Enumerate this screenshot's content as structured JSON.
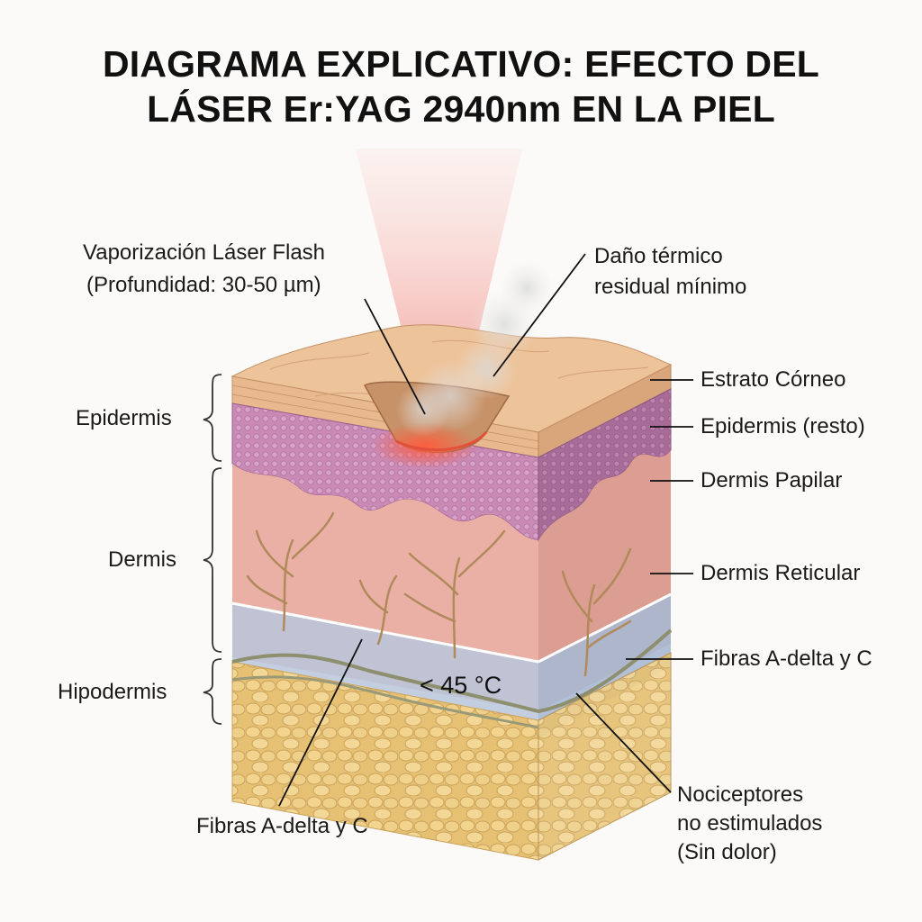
{
  "title": {
    "line1": "DIAGRAMA EXPLICATIVO: EFECTO DEL",
    "line2": "LÁSER Er:YAG 2940nm EN LA PIEL"
  },
  "callouts": {
    "vaporization": {
      "line1": "Vaporización Láser Flash",
      "line2": "(Profundidad: 30-50 µm)"
    },
    "thermal_damage": {
      "line1": "Daño térmico",
      "line2": "residual mínimo"
    },
    "temperature": "< 45 °C",
    "fibers_bottom": "Fibras A-delta y C",
    "nociceptors": {
      "line1": "Nociceptores",
      "line2": "no estimulados",
      "line3": "(Sin dolor)"
    }
  },
  "left_layers": [
    {
      "label": "Epidermis"
    },
    {
      "label": "Dermis"
    },
    {
      "label": "Hipodermis"
    }
  ],
  "right_layers": [
    {
      "label": "Estrato Córneo"
    },
    {
      "label": "Epidermis (resto)"
    },
    {
      "label": "Dermis Papilar"
    },
    {
      "label": "Dermis Reticular"
    },
    {
      "label": "Fibras A-delta y C"
    }
  ],
  "colors": {
    "stratum_corneum": "#e8b98e",
    "epidermis": "#c98bb6",
    "dermis": "#eab0a6",
    "nerve_zone": "#b9c7dc",
    "hypodermis": "#e8c57a",
    "laser_beam": "#f4a6a0",
    "burn": "#e3503a",
    "nerves": "#b08a5a"
  }
}
